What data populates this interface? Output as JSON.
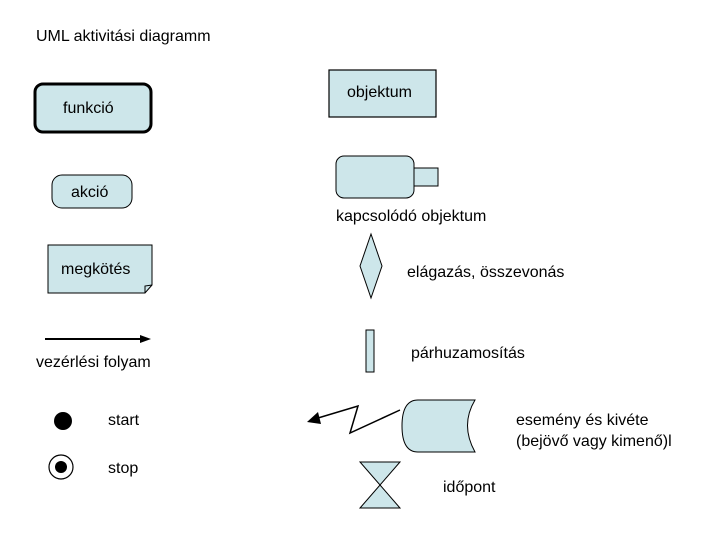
{
  "title": "UML aktivitási diagramm",
  "labels": {
    "function": "funkció",
    "object": "objektum",
    "action": "akció",
    "related_object": "kapcsolódó objektum",
    "binding": "megkötés",
    "branch_merge": "elágazás, összevonás",
    "control_flow": "vezérlési folyam",
    "parallelization": "párhuzamosítás",
    "start": "start",
    "event_exception_line1": "esemény és kivéte",
    "event_exception_line2": "(bejövő vagy kimenő)l",
    "stop": "stop",
    "time_point": "időpont"
  },
  "colors": {
    "shape_fill": "#cde6ea",
    "stroke": "#000000"
  }
}
